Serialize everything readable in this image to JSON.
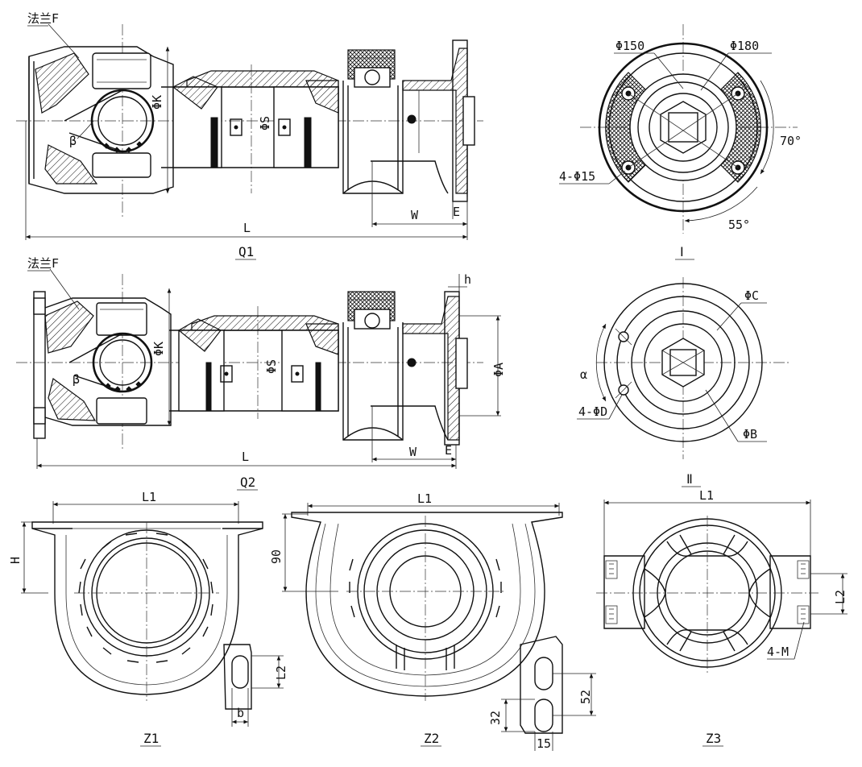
{
  "views": {
    "q1": {
      "caption": "Q1",
      "flange_label": "法兰F",
      "dims": {
        "k": "ΦK",
        "s": "ΦS",
        "beta": "β",
        "l": "L",
        "w": "W",
        "e": "E"
      }
    },
    "i": {
      "caption": "Ⅰ",
      "dims": {
        "phi150": "Φ150",
        "phi180": "Φ180",
        "angle70": "70°",
        "angle55": "55°",
        "holes": "4-Φ15"
      }
    },
    "q2": {
      "caption": "Q2",
      "flange_label": "法兰F",
      "dims": {
        "k": "ΦK",
        "s": "ΦS",
        "beta": "β",
        "l": "L",
        "w": "W",
        "e": "E",
        "h": "h",
        "a": "ΦA"
      }
    },
    "ii": {
      "caption": "Ⅱ",
      "dims": {
        "c": "ΦC",
        "alpha": "α",
        "holes": "4-ΦD",
        "b": "ΦB"
      }
    },
    "z1": {
      "caption": "Z1",
      "dims": {
        "l1": "L1",
        "h": "H",
        "l2": "L2",
        "b": "b"
      }
    },
    "z2": {
      "caption": "Z2",
      "dims": {
        "l1": "L1",
        "ninety": "90",
        "fifty_two": "52",
        "thirty_two": "32",
        "fifteen": "15"
      }
    },
    "z3": {
      "caption": "Z3",
      "dims": {
        "l1": "L1",
        "l2": "L2",
        "m": "4-M"
      }
    }
  }
}
